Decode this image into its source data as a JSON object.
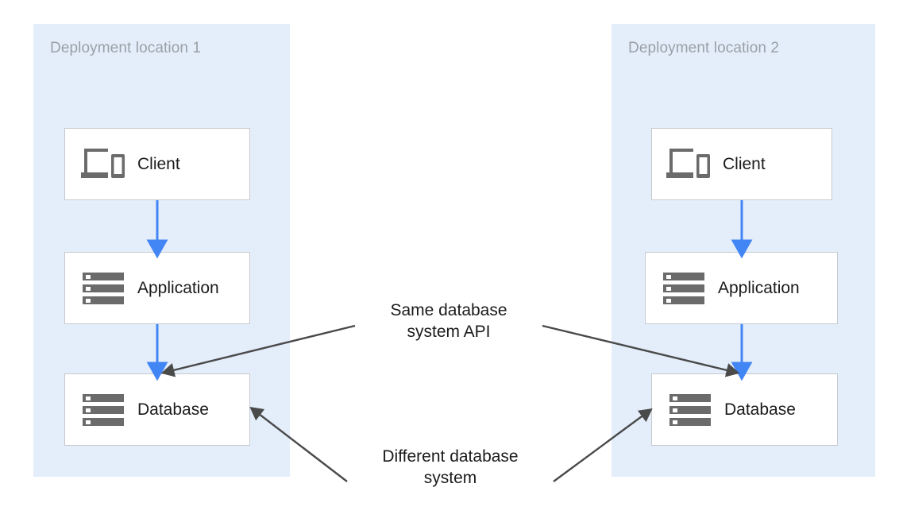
{
  "diagram": {
    "title_alt": "Same database system API across two deployment locations",
    "background": "#ffffff",
    "zone_fill": "#e4eefb",
    "zone_label_color": "#9aa0a6",
    "node_fill": "#ffffff",
    "node_border": "#c6c9ce",
    "flow_arrow_color": "#4285f4",
    "annotation_color": "#4a4a4a",
    "text_color": "#1b1b1b"
  },
  "zones": [
    {
      "label": "Deployment location 1"
    },
    {
      "label": "Deployment location 2"
    }
  ],
  "nodes": {
    "left": [
      {
        "label": "Client",
        "icon": "devices-icon"
      },
      {
        "label": "Application",
        "icon": "server-stack-icon"
      },
      {
        "label": "Database",
        "icon": "server-stack-icon"
      }
    ],
    "right": [
      {
        "label": "Client",
        "icon": "devices-icon"
      },
      {
        "label": "Application",
        "icon": "server-stack-icon"
      },
      {
        "label": "Database",
        "icon": "server-stack-icon"
      }
    ]
  },
  "annotations": [
    {
      "line1": "Same database",
      "line2": "system API"
    },
    {
      "line1": "Different database",
      "line2": "system"
    }
  ]
}
